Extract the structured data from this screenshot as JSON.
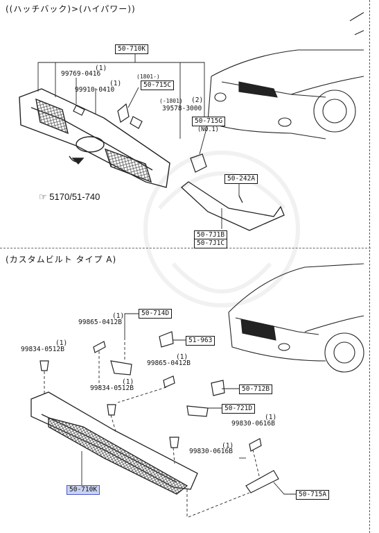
{
  "top_section": {
    "header": "((ハッチバック)>(ハイパワー))",
    "main_box": "50-710K",
    "labels": [
      {
        "code": "99769-0416",
        "qty": "(1)"
      },
      {
        "code": "99910-0410",
        "qty": "(1)"
      },
      {
        "code": "50-715C",
        "note": "(1801-)"
      },
      {
        "code": "39578-3000",
        "qty": "(2)",
        "note": "(-1801)"
      },
      {
        "code": "50-715G",
        "note": "(NO.1)"
      },
      {
        "code": "50-242A"
      },
      {
        "code": "50-7J1B"
      },
      {
        "code": "50-7J1C"
      }
    ],
    "reference": {
      "icon": "hand-pointer-icon",
      "page": "5170",
      "sub": "/51-740"
    }
  },
  "bottom_section": {
    "header": "(カスタムビルト タイプ A)",
    "labels": [
      {
        "code": "99865-0412B",
        "qty": "(1)"
      },
      {
        "code": "50-714D"
      },
      {
        "code": "51-963"
      },
      {
        "code": "99834-0512B",
        "qty": "(1)"
      },
      {
        "code": "99865-0412B",
        "qty": "(1)"
      },
      {
        "code": "99834-0512B",
        "qty": "(1)"
      },
      {
        "code": "50-712B"
      },
      {
        "code": "50-721D"
      },
      {
        "code": "99830-0616B",
        "qty": "(1)"
      },
      {
        "code": "99830-0616B",
        "qty": "(1)"
      },
      {
        "code": "50-710K",
        "highlighted": true
      },
      {
        "code": "50-715A"
      }
    ]
  }
}
